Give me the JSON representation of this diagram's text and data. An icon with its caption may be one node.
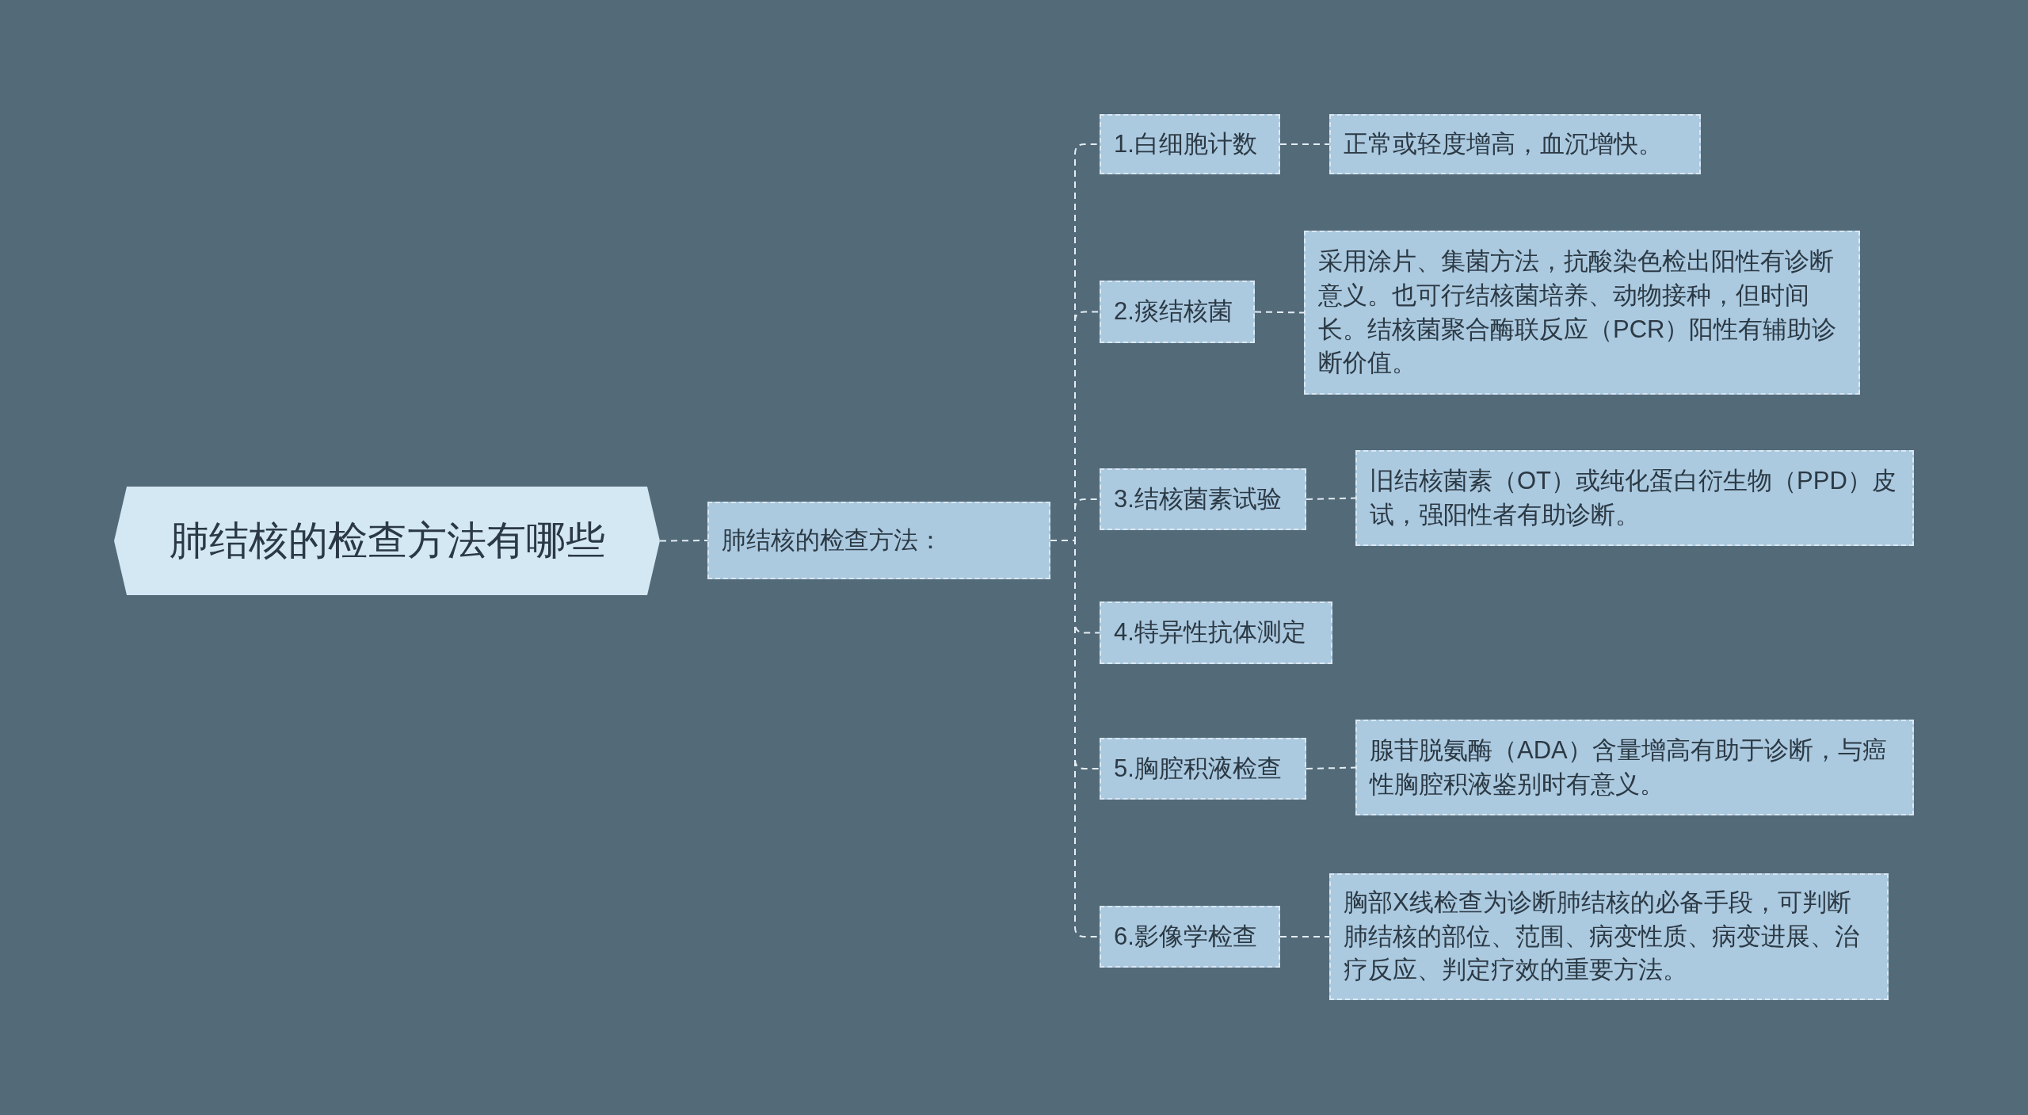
{
  "diagram": {
    "nodes": [
      {
        "text": [
          "肺结核的检查方法有哪些"
        ]
      },
      {
        "text": [
          "肺结核的检查方法："
        ]
      },
      {
        "text": [
          "1.白细胞计数"
        ]
      },
      {
        "text": [
          "正常或轻度增高，血沉增快。"
        ]
      },
      {
        "text": [
          "2.痰结核菌"
        ]
      },
      {
        "text": [
          "采用涂片、集菌方法，抗酸染色检出阳性有诊断意义。也可行结核菌培养、动物接种，但时间长。结核菌聚合酶联反应（PCR）阳性有辅助诊断价值。"
        ]
      },
      {
        "text": [
          "3.结核菌素试验"
        ]
      },
      {
        "text": [
          "旧结核菌素（OT）或纯化蛋白衍生物（PPD）皮试，强阳性者有助诊断。"
        ]
      },
      {
        "text": [
          "4.特异性抗体测定"
        ]
      },
      {
        "text": [
          "5.胸腔积液检查"
        ]
      },
      {
        "text": [
          "腺苷脱氨酶（ADA）含量增高有助于诊断，与癌性胸腔积液鉴别时有意义。"
        ]
      },
      {
        "text": [
          "6.影像学检查"
        ]
      },
      {
        "text": [
          "胸部X线检查为诊断肺结核的必备手段，可判断肺结核的部位、范围、病变性质、病变进展、治疗反应、判定疗效的重要方法。"
        ]
      }
    ],
    "edges": [
      {
        "from": 0,
        "to": 1,
        "arrow": "none",
        "style": "dashed"
      },
      {
        "from": 1,
        "to": 2,
        "arrow": "none",
        "style": "dashed"
      },
      {
        "from": 1,
        "to": 4,
        "arrow": "none",
        "style": "dashed"
      },
      {
        "from": 1,
        "to": 6,
        "arrow": "none",
        "style": "dashed"
      },
      {
        "from": 1,
        "to": 8,
        "arrow": "none",
        "style": "dashed"
      },
      {
        "from": 1,
        "to": 9,
        "arrow": "none",
        "style": "dashed"
      },
      {
        "from": 1,
        "to": 11,
        "arrow": "none",
        "style": "dashed"
      },
      {
        "from": 2,
        "to": 3,
        "arrow": "none",
        "style": "dashed"
      },
      {
        "from": 4,
        "to": 5,
        "arrow": "none",
        "style": "dashed"
      },
      {
        "from": 6,
        "to": 7,
        "arrow": "none",
        "style": "dashed"
      },
      {
        "from": 9,
        "to": 10,
        "arrow": "none",
        "style": "dashed"
      },
      {
        "from": 11,
        "to": 12,
        "arrow": "none",
        "style": "dashed"
      }
    ]
  }
}
